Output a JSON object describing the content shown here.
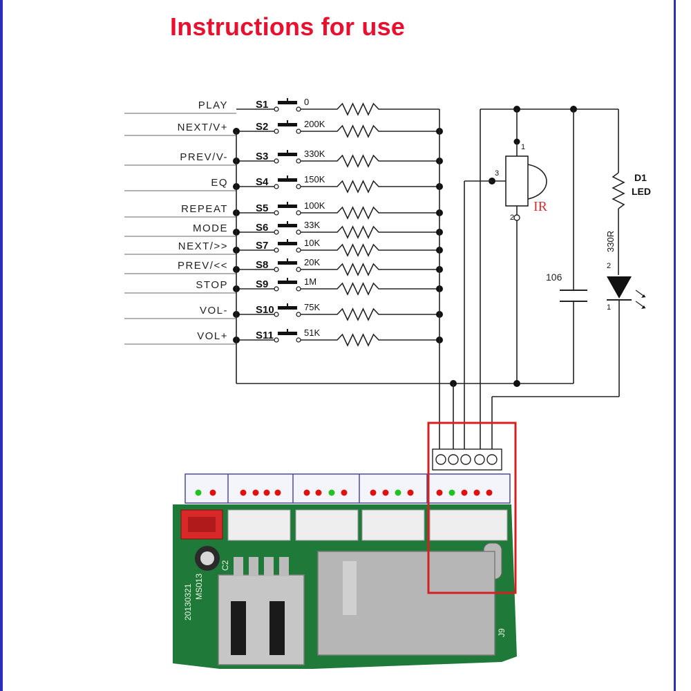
{
  "title": "Instructions for use",
  "buttons": [
    {
      "label": "PLAY",
      "switch": "S1",
      "resistor": "0"
    },
    {
      "label": "NEXT/V+",
      "switch": "S2",
      "resistor": "200K"
    },
    {
      "label": "PREV/V-",
      "switch": "S3",
      "resistor": "330K"
    },
    {
      "label": "EQ",
      "switch": "S4",
      "resistor": "150K"
    },
    {
      "label": "REPEAT",
      "switch": "S5",
      "resistor": "100K"
    },
    {
      "label": "MODE",
      "switch": "S6",
      "resistor": "33K"
    },
    {
      "label": "NEXT/>>",
      "switch": "S7",
      "resistor": "10K"
    },
    {
      "label": "PREV/<<",
      "switch": "S8",
      "resistor": "20K"
    },
    {
      "label": "STOP",
      "switch": "S9",
      "resistor": "1M"
    },
    {
      "label": "VOL-",
      "switch": "S10",
      "resistor": "75K"
    },
    {
      "label": "VOL+",
      "switch": "S11",
      "resistor": "51K"
    }
  ],
  "ir": {
    "label": "IR",
    "pin1": "1",
    "pin2": "2",
    "pin3": "3"
  },
  "capacitor": {
    "label": "106"
  },
  "led": {
    "name": "D1",
    "type": "LED",
    "resistor": "330R",
    "pin2": "2",
    "pin1": "1"
  },
  "board": {
    "date_code": "20130321",
    "model": "MS013",
    "j9": "J9",
    "c2": "C2"
  },
  "colors": {
    "title": "#e8102e",
    "highlight": "#d42020",
    "frame": "#2b2fb3",
    "board": "#1f7a3a"
  }
}
